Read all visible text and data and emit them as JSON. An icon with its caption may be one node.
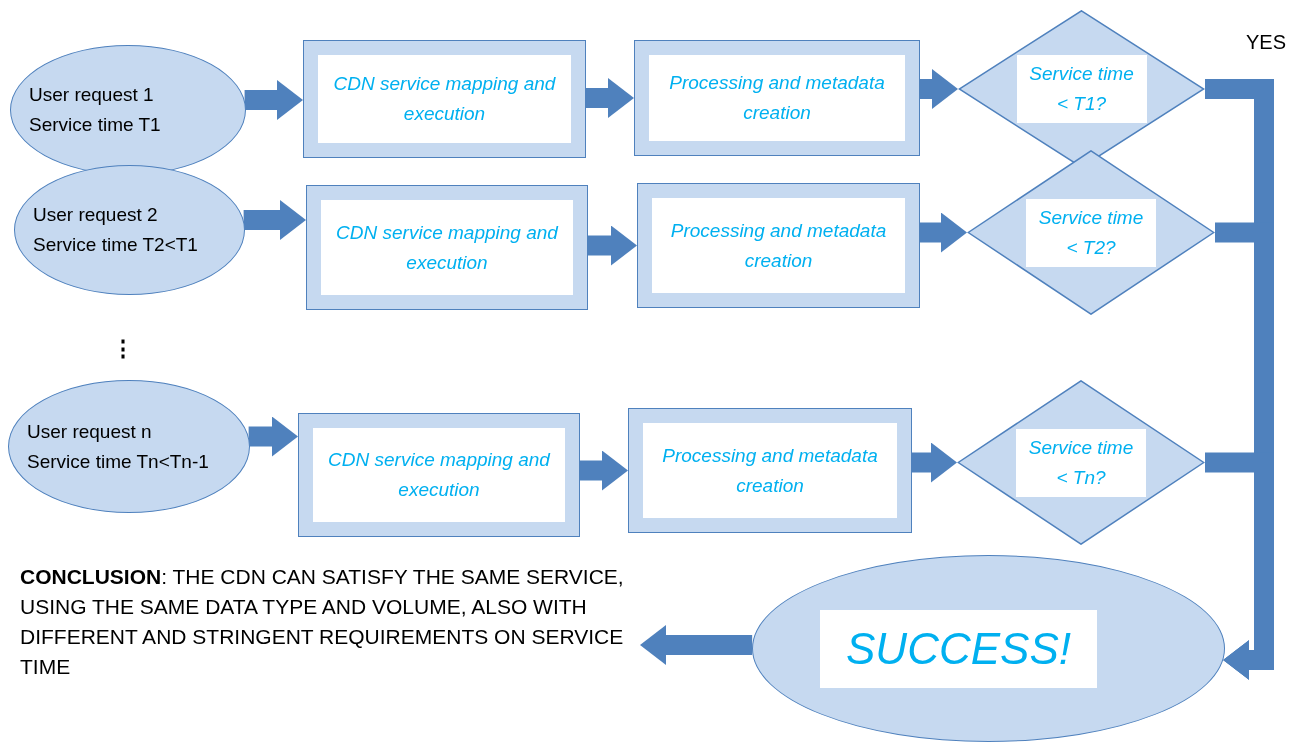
{
  "diagram": {
    "nodes": [
      {
        "text": [
          "User request 1",
          "Service time T1"
        ]
      },
      {
        "text": [
          "CDN service mapping and execution"
        ]
      },
      {
        "text": [
          "Processing and metadata creation"
        ]
      },
      {
        "text": [
          "Service time < T1?"
        ]
      },
      {
        "text": [
          "User request 2",
          "Service time T2<T1"
        ]
      },
      {
        "text": [
          "CDN service mapping and execution"
        ]
      },
      {
        "text": [
          "Processing and metadata creation"
        ]
      },
      {
        "text": [
          "Service time < T2?"
        ]
      },
      {
        "text": [
          "User request n",
          "Service time Tn<Tn-1"
        ]
      },
      {
        "text": [
          "CDN service mapping and execution"
        ]
      },
      {
        "text": [
          "Processing and metadata creation"
        ]
      },
      {
        "text": [
          "Service time < Tn?"
        ]
      },
      {
        "text": [
          "SUCCESS!"
        ]
      },
      {
        "text": [
          "**CONCLUSION**:  THE CDN CAN SATISFY THE SAME SERVICE, USING THE SAME DATA TYPE AND VOLUME,  ALSO WITH DIFFERENT AND STRINGENT REQUIREMENTS ON SERVICE TIME"
        ]
      }
    ],
    "edges": [
      {
        "from": 0,
        "to": 1,
        "arrow": "to"
      },
      {
        "from": 1,
        "to": 2,
        "arrow": "to"
      },
      {
        "from": 2,
        "to": 3,
        "arrow": "to"
      },
      {
        "from": 4,
        "to": 5,
        "arrow": "to"
      },
      {
        "from": 5,
        "to": 6,
        "arrow": "to"
      },
      {
        "from": 6,
        "to": 7,
        "arrow": "to"
      },
      {
        "from": 8,
        "to": 9,
        "arrow": "to"
      },
      {
        "from": 9,
        "to": 10,
        "arrow": "to"
      },
      {
        "from": 10,
        "to": 11,
        "arrow": "to"
      },
      {
        "from": 3,
        "to": 12,
        "arrow": "to",
        "label": "YES"
      },
      {
        "from": 7,
        "to": 12,
        "arrow": "to"
      },
      {
        "from": 11,
        "to": 12,
        "arrow": "to"
      },
      {
        "from": 12,
        "to": 13,
        "arrow": "to"
      }
    ],
    "labels": [
      "⋮"
    ]
  }
}
